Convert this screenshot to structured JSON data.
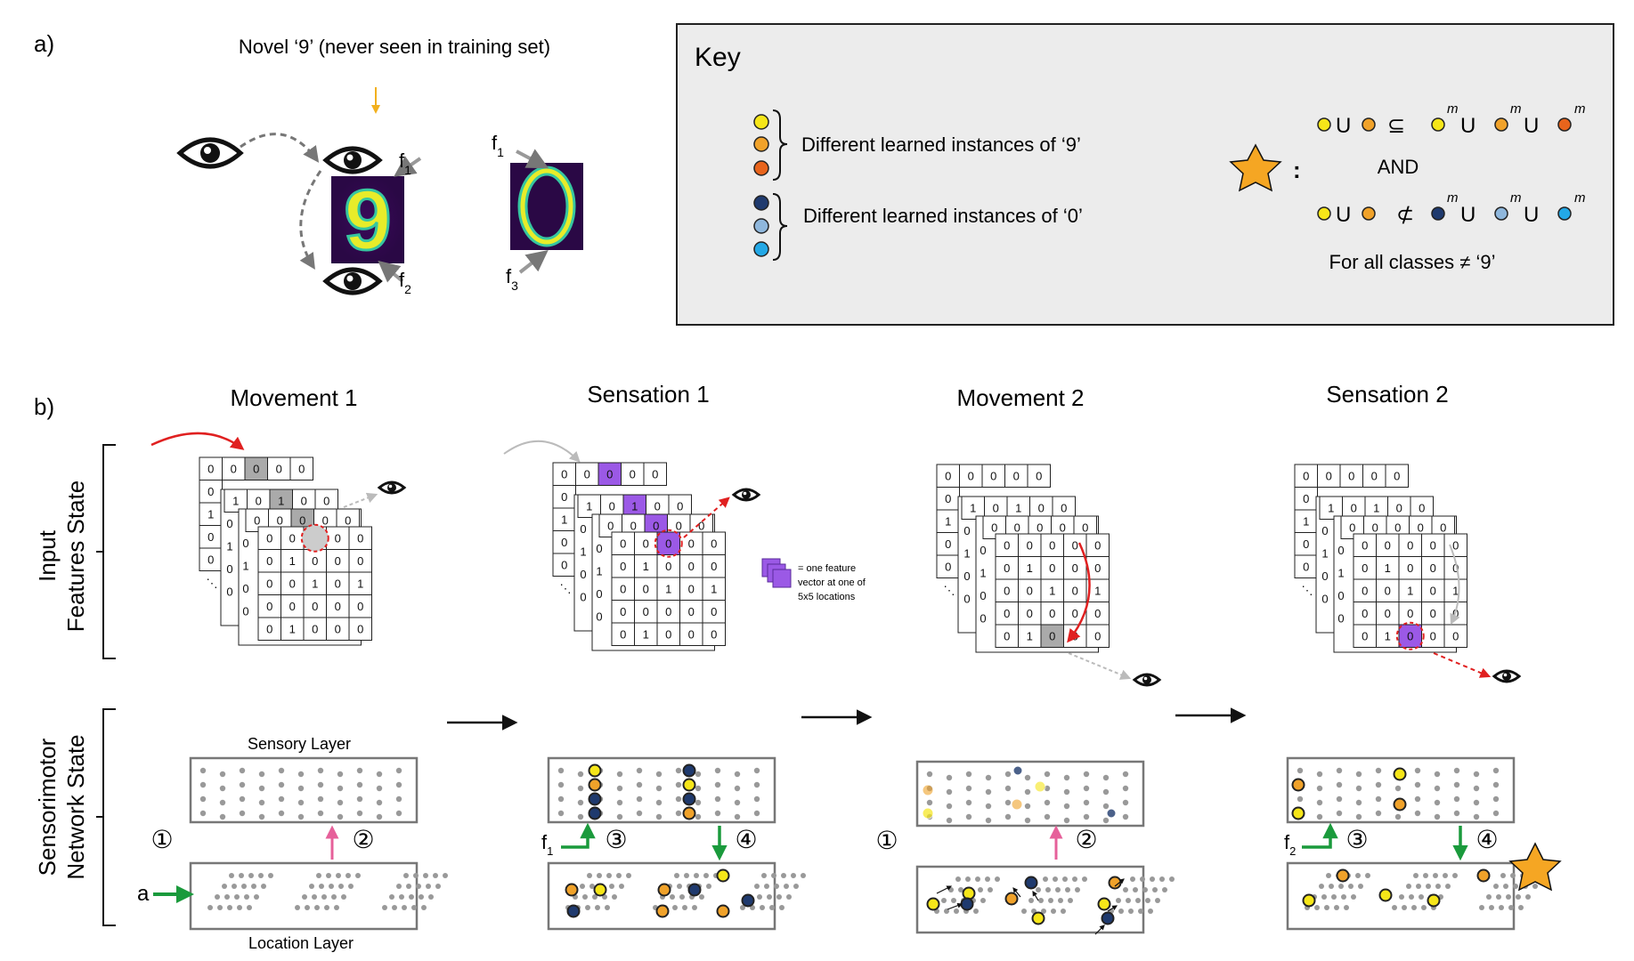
{
  "panel_a": {
    "label": "a)",
    "caption": "Novel ‘9’ (never seen in training set)",
    "digit_nine": "9",
    "digit_zero": "0",
    "feature_labels": [
      {
        "base": "f",
        "sub": "1"
      },
      {
        "base": "f",
        "sub": "2"
      },
      {
        "base": "f",
        "sub": "1"
      },
      {
        "base": "f",
        "sub": "3"
      }
    ]
  },
  "key": {
    "title": "Key",
    "nine_instances": "Different learned instances of ‘9’",
    "zero_instances": "Different learned instances of ‘0’",
    "union_symbol": "U",
    "subset_symbol": "⊆",
    "not_subset_symbol": "⊄",
    "m": "m",
    "colon": ":",
    "and": "AND",
    "for_all": "For all classes ≠ ‘9’",
    "colors": {
      "yellow": "#f6e619",
      "orange": "#f0a22a",
      "red_orange": "#e8641c",
      "navy": "#1f3a6e",
      "light_blue": "#8fb7dc",
      "cyan": "#23a8e6",
      "star": "#f5a623"
    }
  },
  "panel_b": {
    "label": "b)",
    "row_labels": {
      "input_line1": "Input",
      "input_line2": "Features State",
      "network_line1": "Sensorimotor",
      "network_line2": "Network State"
    },
    "stages": [
      "Movement 1",
      "Sensation 1",
      "Movement 2",
      "Sensation 2"
    ],
    "grid_rows": [
      [
        "0",
        "0",
        "0",
        "0",
        "0"
      ],
      [
        "0",
        "1",
        "0",
        "0",
        "0"
      ],
      [
        "0",
        "0",
        "1",
        "0",
        "1"
      ],
      [
        "0",
        "0",
        "0",
        "0",
        "0"
      ],
      [
        "0",
        "1",
        "0",
        "0",
        "0"
      ]
    ],
    "back_grid_top_row": [
      "0",
      "0",
      "0",
      "0",
      "0"
    ],
    "back_grid_col": [
      "0",
      "0",
      "1",
      "0",
      "0"
    ],
    "mid_grid_row": [
      "1",
      "0",
      "1",
      "0",
      "0"
    ],
    "dots": "⋱",
    "legend_line1": "= one feature",
    "legend_line2": "vector at one of",
    "legend_line3": "5x5 locations",
    "sensory_layer": "Sensory Layer",
    "location_layer": "Location Layer",
    "input_a": "a",
    "steps": [
      "①",
      "②",
      "③",
      "④"
    ],
    "feature_f1": {
      "base": "f",
      "sub": "1"
    },
    "feature_f2": {
      "base": "f",
      "sub": "2"
    }
  }
}
